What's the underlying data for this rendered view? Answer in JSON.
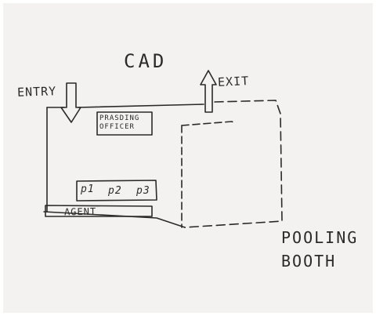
{
  "diagram": {
    "title": "CAD",
    "entry_label": "ENTRY",
    "exit_label": "EXIT",
    "officer_label": "PRASDING OFFICER",
    "booth_label": "POOLING BOOTH",
    "agent_label": "AGENT",
    "booths": [
      "p1",
      "p2",
      "p3"
    ]
  },
  "colors": {
    "ink": "#2a2a2a",
    "paper": "#f3f2f0"
  }
}
